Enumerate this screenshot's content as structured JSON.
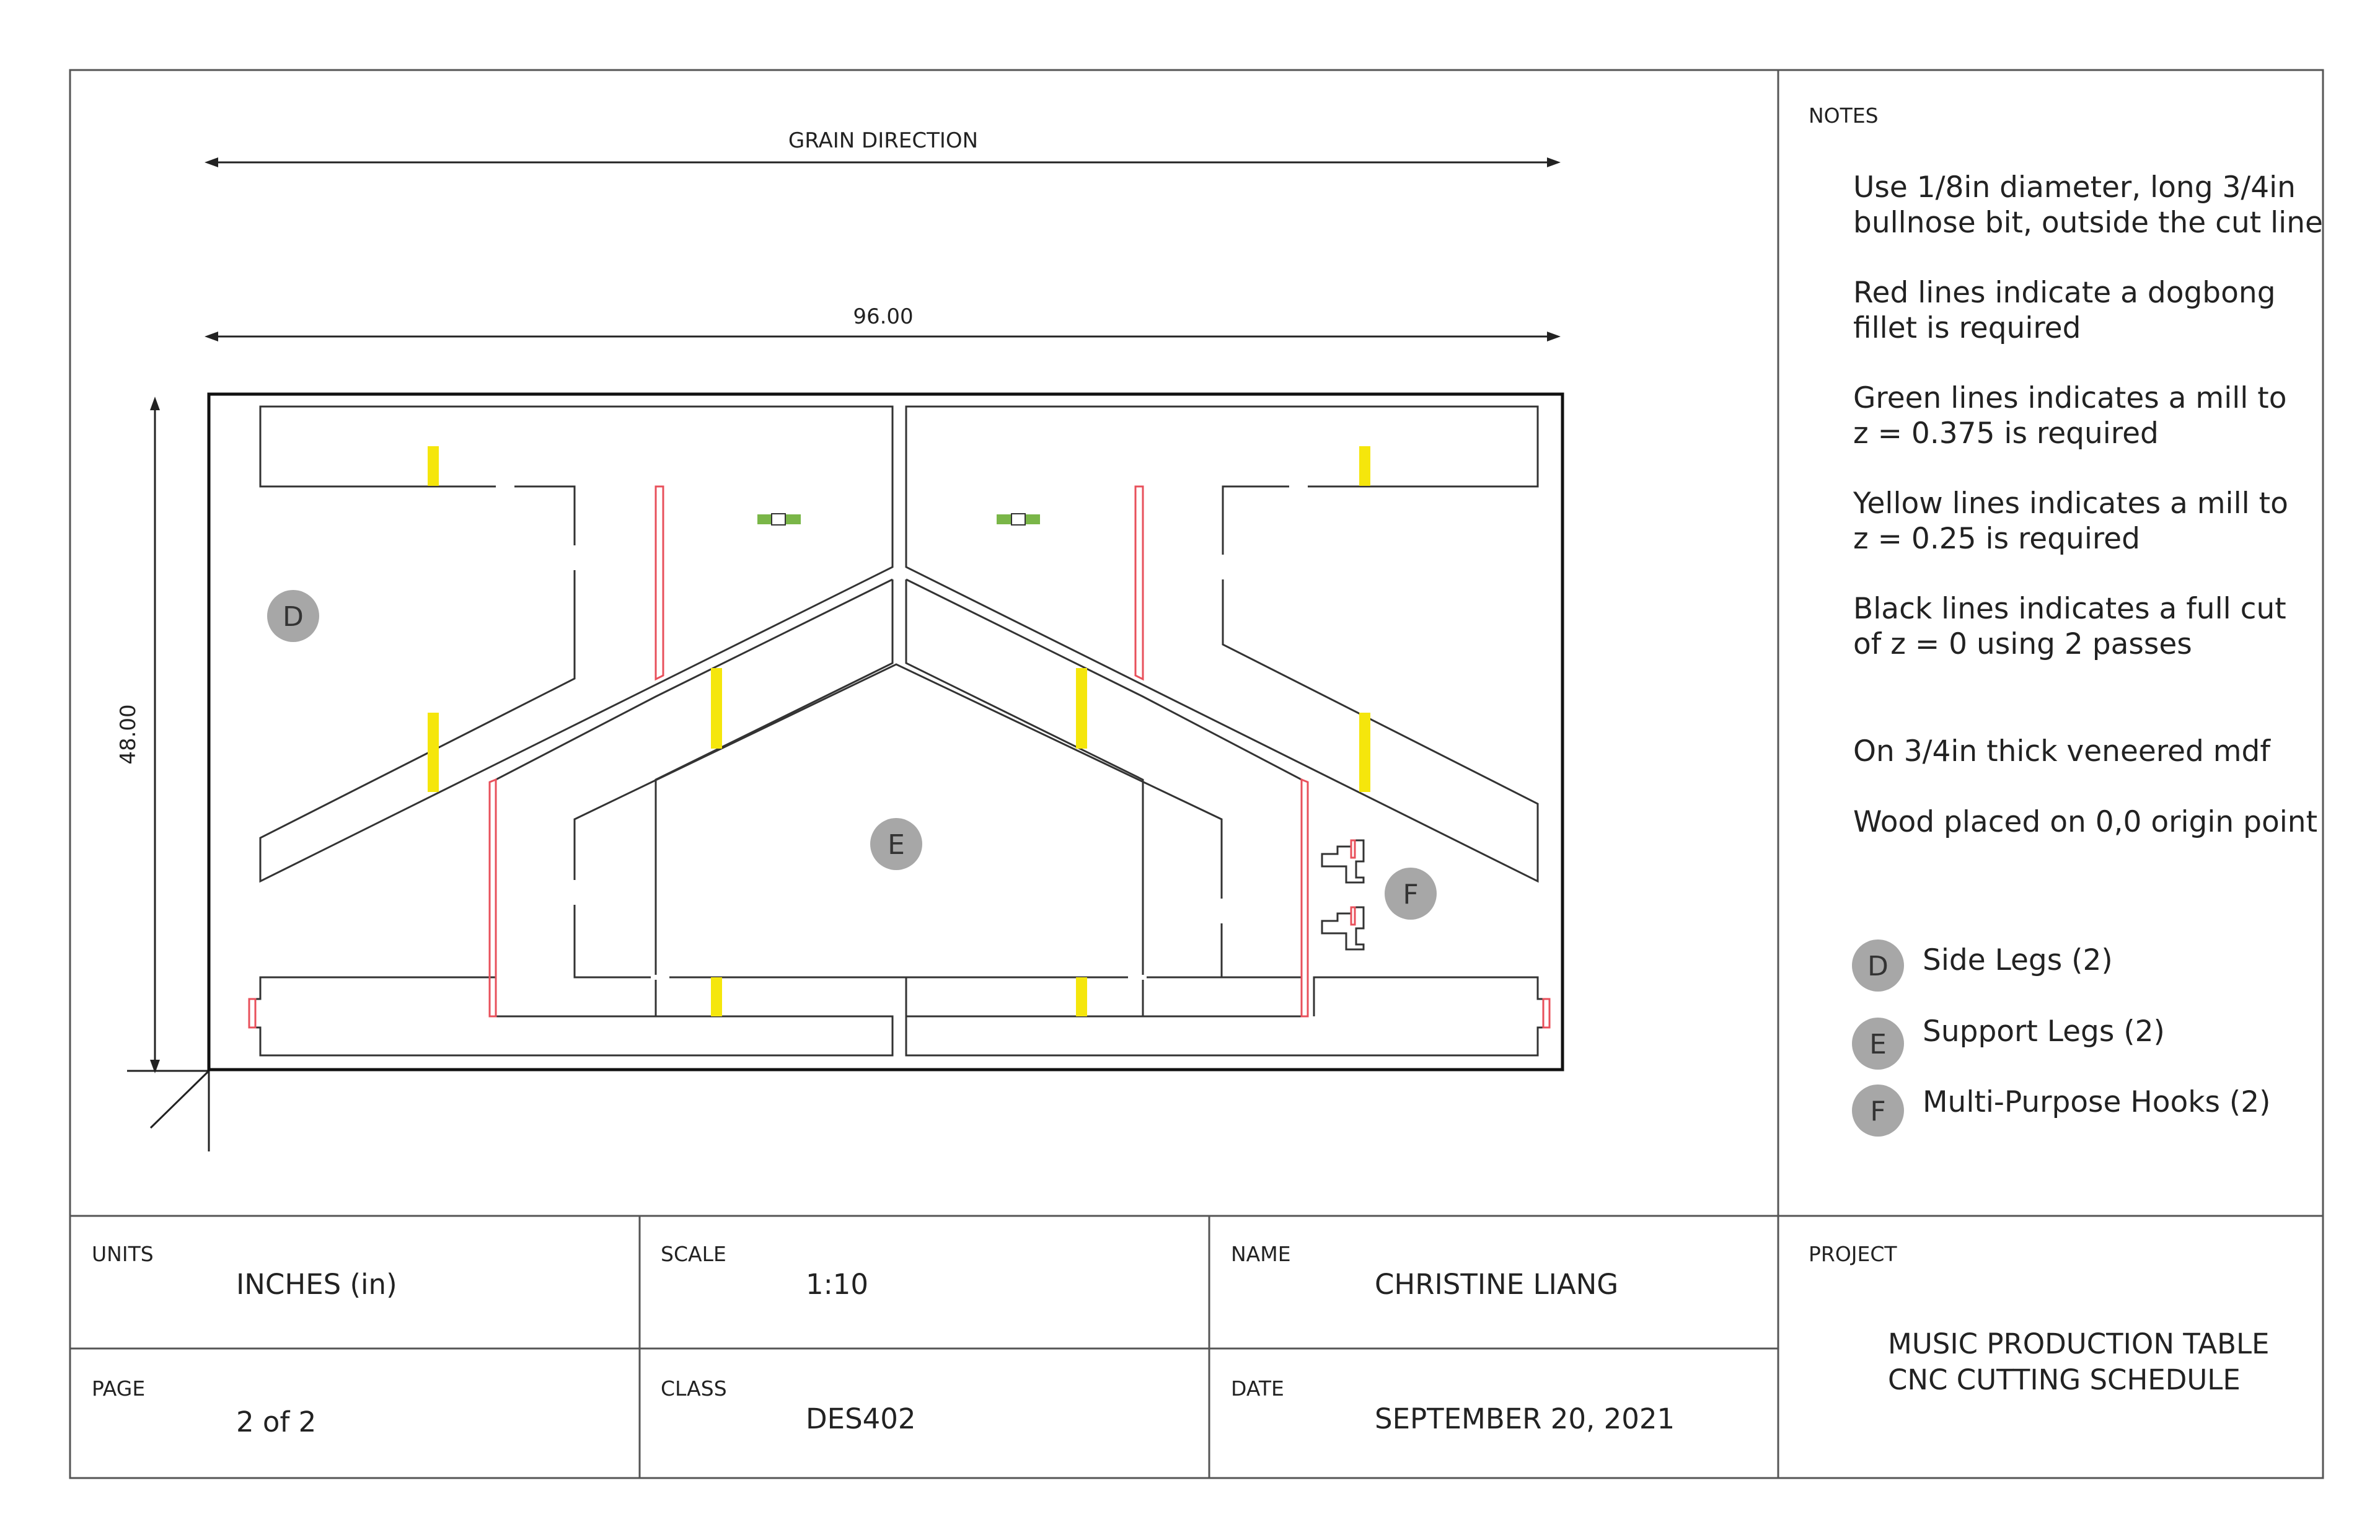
{
  "drawing": {
    "grain_label": "GRAIN DIRECTION",
    "width_dim": "96.00",
    "height_dim": "48.00",
    "part_labels": {
      "d": "D",
      "e": "E",
      "f": "F"
    }
  },
  "notes": {
    "heading": "NOTES",
    "n1_line1": "Use 1/8in diameter, long 3/4in",
    "n1_line2": "bullnose bit, outside the cut line",
    "n2_line1": "Red lines indicate a dogbong",
    "n2_line2": "fillet is required",
    "n3_line1": "Green lines indicates a mill to",
    "n3_line2": "z = 0.375 is required",
    "n4_line1": "Yellow lines indicates a mill to",
    "n4_line2": "z = 0.25 is required",
    "n5_line1": "Black lines indicates a full cut",
    "n5_line2": "of z = 0 using 2 passes",
    "n6": "On 3/4in thick veneered mdf",
    "n7": "Wood placed on 0,0 origin point"
  },
  "legend": [
    {
      "letter": "D",
      "label": "Side Legs (2)"
    },
    {
      "letter": "E",
      "label": "Support Legs (2)"
    },
    {
      "letter": "F",
      "label": "Multi-Purpose Hooks (2)"
    }
  ],
  "title_block": {
    "units_label": "UNITS",
    "units_value": "INCHES (in)",
    "scale_label": "SCALE",
    "scale_value": "1:10",
    "name_label": "NAME",
    "name_value": "CHRISTINE LIANG",
    "page_label": "PAGE",
    "page_value": "2 of 2",
    "class_label": "CLASS",
    "class_value": "DES402",
    "date_label": "DATE",
    "date_value": "SEPTEMBER 20, 2021",
    "project_label": "PROJECT",
    "project_line1": "MUSIC PRODUCTION TABLE",
    "project_line2": "CNC CUTTING SCHEDULE"
  },
  "colors": {
    "dogbone_red": "#e8505b",
    "mill_green": "#7ab648",
    "mill_yellow": "#f5e60c",
    "label_circle": "#a7a7a7"
  }
}
